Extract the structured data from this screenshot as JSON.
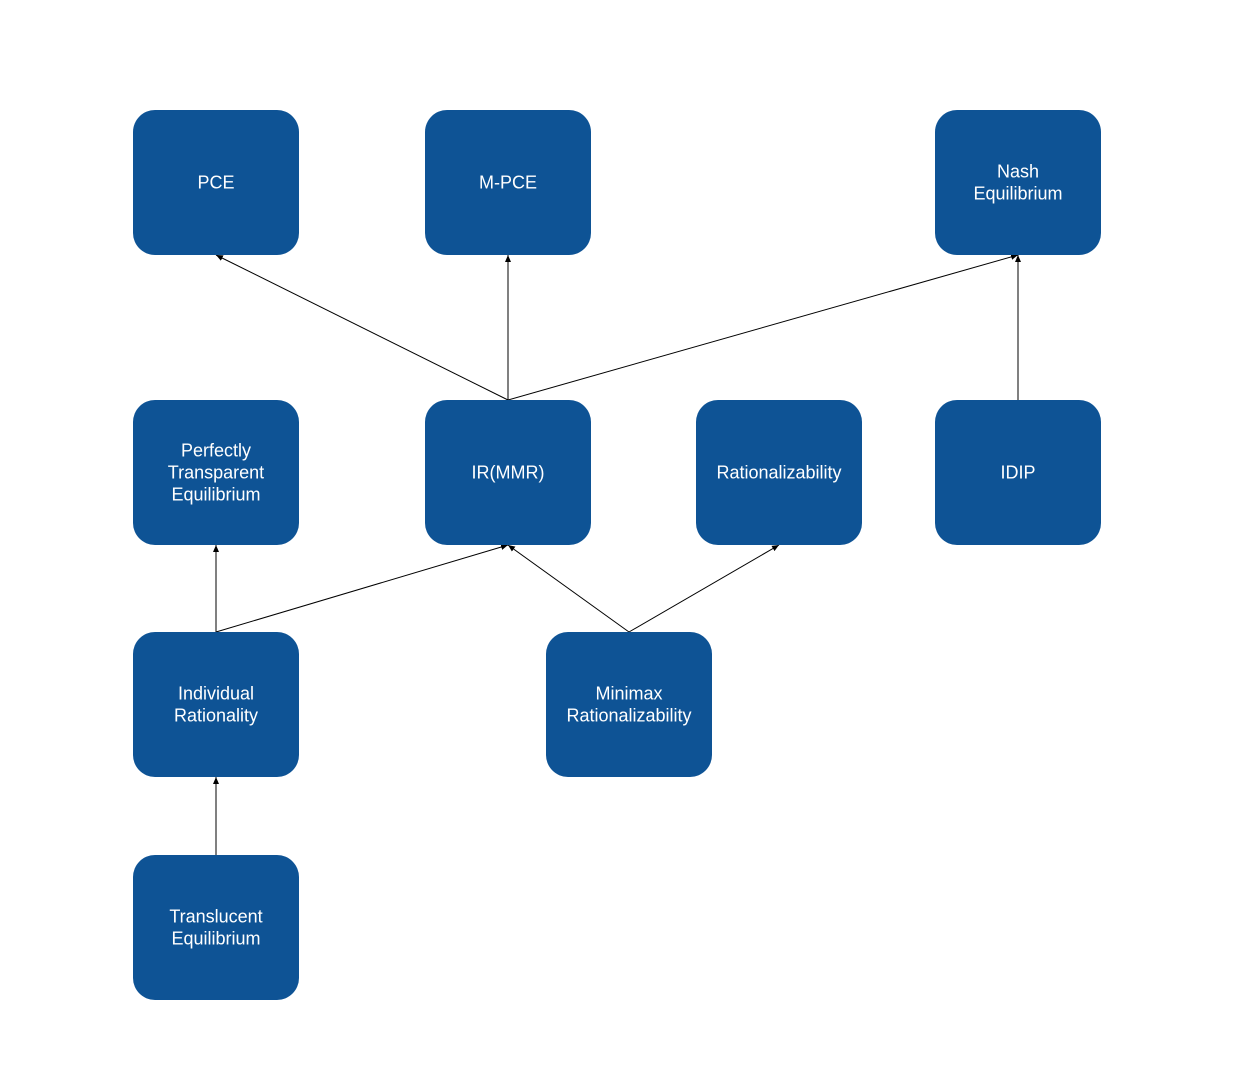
{
  "diagram": {
    "node_color": "#0e5395",
    "text_color": "#ffffff",
    "edge_color": "#000000",
    "nodes": [
      {
        "id": "pce",
        "lines": [
          "PCE"
        ]
      },
      {
        "id": "mpce",
        "lines": [
          "M-PCE"
        ]
      },
      {
        "id": "nash",
        "lines": [
          "Nash",
          "Equilibrium"
        ]
      },
      {
        "id": "pte",
        "lines": [
          "Perfectly",
          "Transparent",
          "Equilibrium"
        ]
      },
      {
        "id": "irmmr",
        "lines": [
          "IR(MMR)"
        ]
      },
      {
        "id": "rat",
        "lines": [
          "Rationalizability"
        ]
      },
      {
        "id": "idip",
        "lines": [
          "IDIP"
        ]
      },
      {
        "id": "ir",
        "lines": [
          "Individual",
          "Rationality"
        ]
      },
      {
        "id": "mmr",
        "lines": [
          "Minimax",
          "Rationalizability"
        ]
      },
      {
        "id": "te",
        "lines": [
          "Translucent",
          "Equilibrium"
        ]
      }
    ],
    "edges": [
      {
        "from": "irmmr",
        "to": "pce"
      },
      {
        "from": "irmmr",
        "to": "mpce"
      },
      {
        "from": "irmmr",
        "to": "nash"
      },
      {
        "from": "idip",
        "to": "nash"
      },
      {
        "from": "ir",
        "to": "pte"
      },
      {
        "from": "ir",
        "to": "irmmr"
      },
      {
        "from": "mmr",
        "to": "irmmr"
      },
      {
        "from": "mmr",
        "to": "rat"
      },
      {
        "from": "te",
        "to": "ir"
      }
    ]
  }
}
